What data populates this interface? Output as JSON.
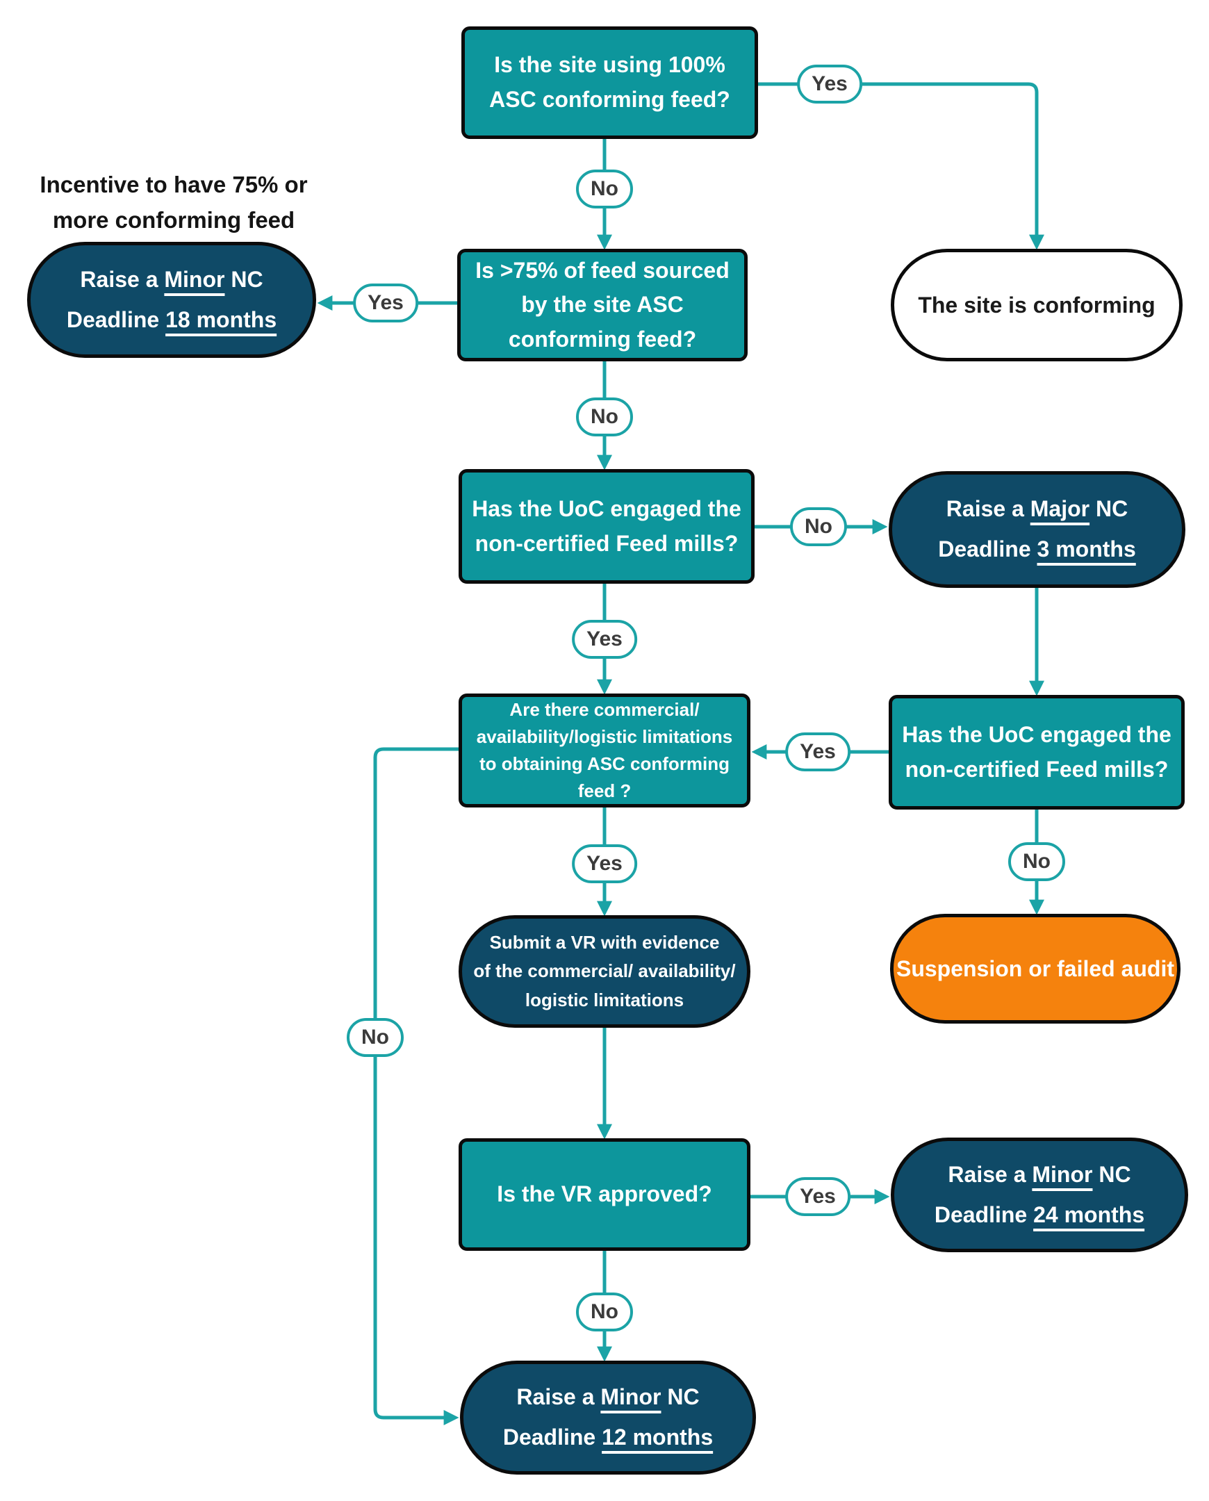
{
  "note": "Incentive to have 75% or\nmore conforming feed",
  "labels": {
    "yes": "Yes",
    "no": "No"
  },
  "colors": {
    "teal_fill": "#0D969C",
    "navy_fill": "#0F4A67",
    "orange_fill": "#F5820D",
    "line_teal": "#1BA3A6",
    "border_black": "#0B0B0B",
    "label_text": "#3B3B3B"
  },
  "nodes": {
    "q_site_100": "Is the site using 100%\nASC conforming feed?",
    "site_conforming": "The site is conforming",
    "q_feed_75": "Is >75% of feed sourced\nby the site ASC\nconforming feed?",
    "q_uoc_engaged": "Has the UoC engaged the\nnon-certified Feed mills?",
    "q_uoc_engaged_2": "Has the UoC engaged the\nnon-certified Feed mills?",
    "q_limitations": "Are there commercial/\navailability/logistic limitations\nto obtaining ASC conforming\nfeed ?",
    "submit_vr": "Submit a VR with evidence\nof the commercial/ availability/\nlogistic limitations",
    "q_vr_approved": "Is the VR approved?",
    "suspension": "Suspension or failed audit"
  },
  "outcomes": {
    "minor_18": {
      "pre1": "Raise a ",
      "u1": "Minor",
      "post1": " NC",
      "pre2": "Deadline ",
      "u2": "18 months"
    },
    "major_3": {
      "pre1": "Raise a ",
      "u1": "Major",
      "post1": " NC",
      "pre2": "Deadline ",
      "u2": "3 months"
    },
    "minor_24": {
      "pre1": "Raise a ",
      "u1": "Minor",
      "post1": " NC",
      "pre2": "Deadline ",
      "u2": "24 months"
    },
    "minor_12": {
      "pre1": "Raise a ",
      "u1": "Minor",
      "post1": " NC",
      "pre2": "Deadline ",
      "u2": "12 months"
    }
  }
}
